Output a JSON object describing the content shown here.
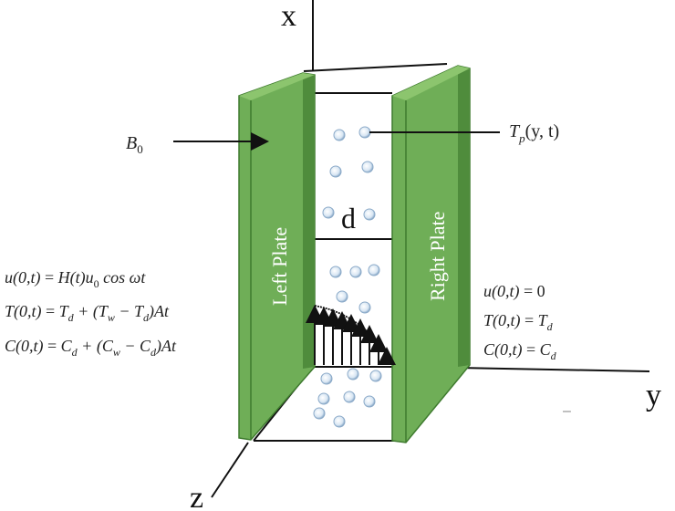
{
  "axes": {
    "x": "x",
    "y": "y",
    "z": "z"
  },
  "plates": {
    "left": "Left Plate",
    "right": "Right Plate",
    "fill_color": "#6fae57",
    "edge_color": "#3e7a2e"
  },
  "gap_label": "d",
  "magnetic_field": {
    "symbol": "B",
    "subscript": "0"
  },
  "particle_temperature": {
    "symbol": "T",
    "subscript": "p",
    "args": "(y, t)"
  },
  "left_conditions": [
    {
      "lhs": "u(0,t)",
      "rhs": "H(t)u",
      "sub": "0",
      "tail": " cos ωt"
    },
    {
      "lhs": "T(0,t)",
      "rhs": "T",
      "sub": "d",
      "tail": " + (T",
      "sub2": "w",
      "tail2": " − T",
      "sub3": "d",
      "tail3": ")At"
    },
    {
      "lhs": "C(0,t)",
      "rhs": "C",
      "sub": "d",
      "tail": " + (C",
      "sub2": "w",
      "tail2": " − C",
      "sub3": "d",
      "tail3": ")At"
    }
  ],
  "right_conditions": [
    {
      "lhs": "u(0,t)",
      "rhs": "0"
    },
    {
      "lhs": "T(0,t)",
      "rhs": "T",
      "sub": "d"
    },
    {
      "lhs": "C(0,t)",
      "rhs": "C",
      "sub": "d"
    }
  ],
  "minus_mark": "–"
}
